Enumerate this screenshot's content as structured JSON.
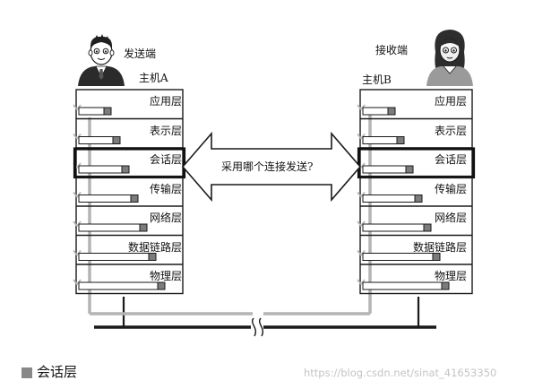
{
  "sender": {
    "role": "发送端",
    "host": "主机A",
    "avatar": "person-male-icon"
  },
  "receiver": {
    "role": "接收端",
    "host": "主机B",
    "avatar": "person-female-icon"
  },
  "layers": [
    "应用层",
    "表示层",
    "会话层",
    "传输层",
    "网络层",
    "数据链路层",
    "物理层"
  ],
  "highlighted_layer": "会话层",
  "arrow_text": "采用哪个连接发送?",
  "caption": {
    "marker": "square-bullet-icon",
    "text": "会话层"
  },
  "watermark": "https://blog.csdn.net/sinat_41653350",
  "colors": {
    "line": "#1a1a1a",
    "flow": "#b4b4b4",
    "header_fill": "#7c7c7c",
    "bullet": "#888888",
    "watermark": "#c4c4c4"
  }
}
